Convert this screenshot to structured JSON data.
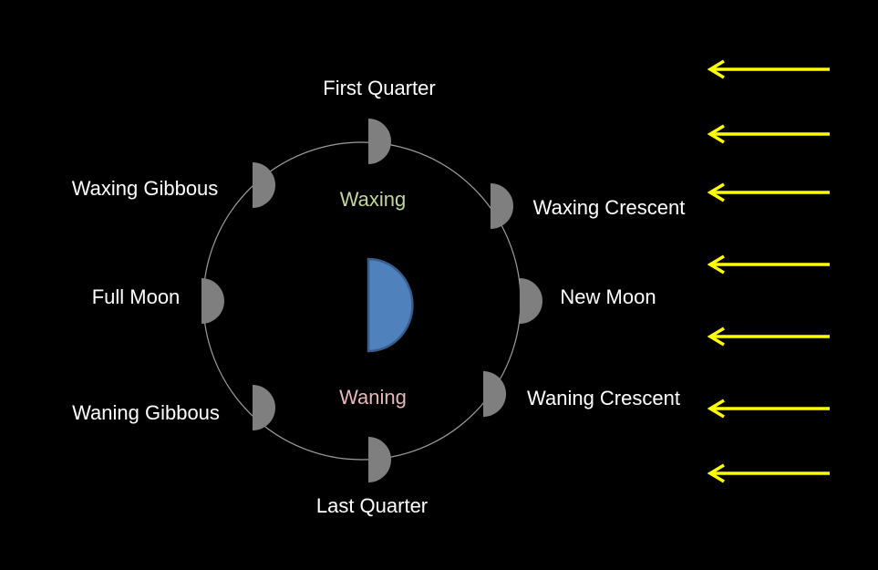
{
  "colors": {
    "background": "#000000",
    "orbit": "#9e9e9e",
    "moon": "#7f7f7f",
    "earth_fill": "#4f81bd",
    "earth_stroke": "#385d8a",
    "sunlight_arrow": "#ffff00",
    "phase_label": "#ffffff",
    "waxing_label": "#c3d69b",
    "waning_label": "#e6b9b8"
  },
  "icons": {
    "earth": "half-disc-icon",
    "moon": "half-disc-icon",
    "sunlight": "arrow-left-icon"
  },
  "hemispheres": {
    "waxing": "Waxing",
    "waning": "Waning"
  },
  "phases": [
    {
      "id": "first-quarter",
      "label": "First Quarter"
    },
    {
      "id": "waxing-gibbous",
      "label": "Waxing Gibbous"
    },
    {
      "id": "waxing-crescent",
      "label": "Waxing Crescent"
    },
    {
      "id": "full-moon",
      "label": "Full Moon"
    },
    {
      "id": "new-moon",
      "label": "New Moon"
    },
    {
      "id": "waning-gibbous",
      "label": "Waning Gibbous"
    },
    {
      "id": "waning-crescent",
      "label": "Waning Crescent"
    },
    {
      "id": "last-quarter",
      "label": "Last Quarter"
    }
  ]
}
